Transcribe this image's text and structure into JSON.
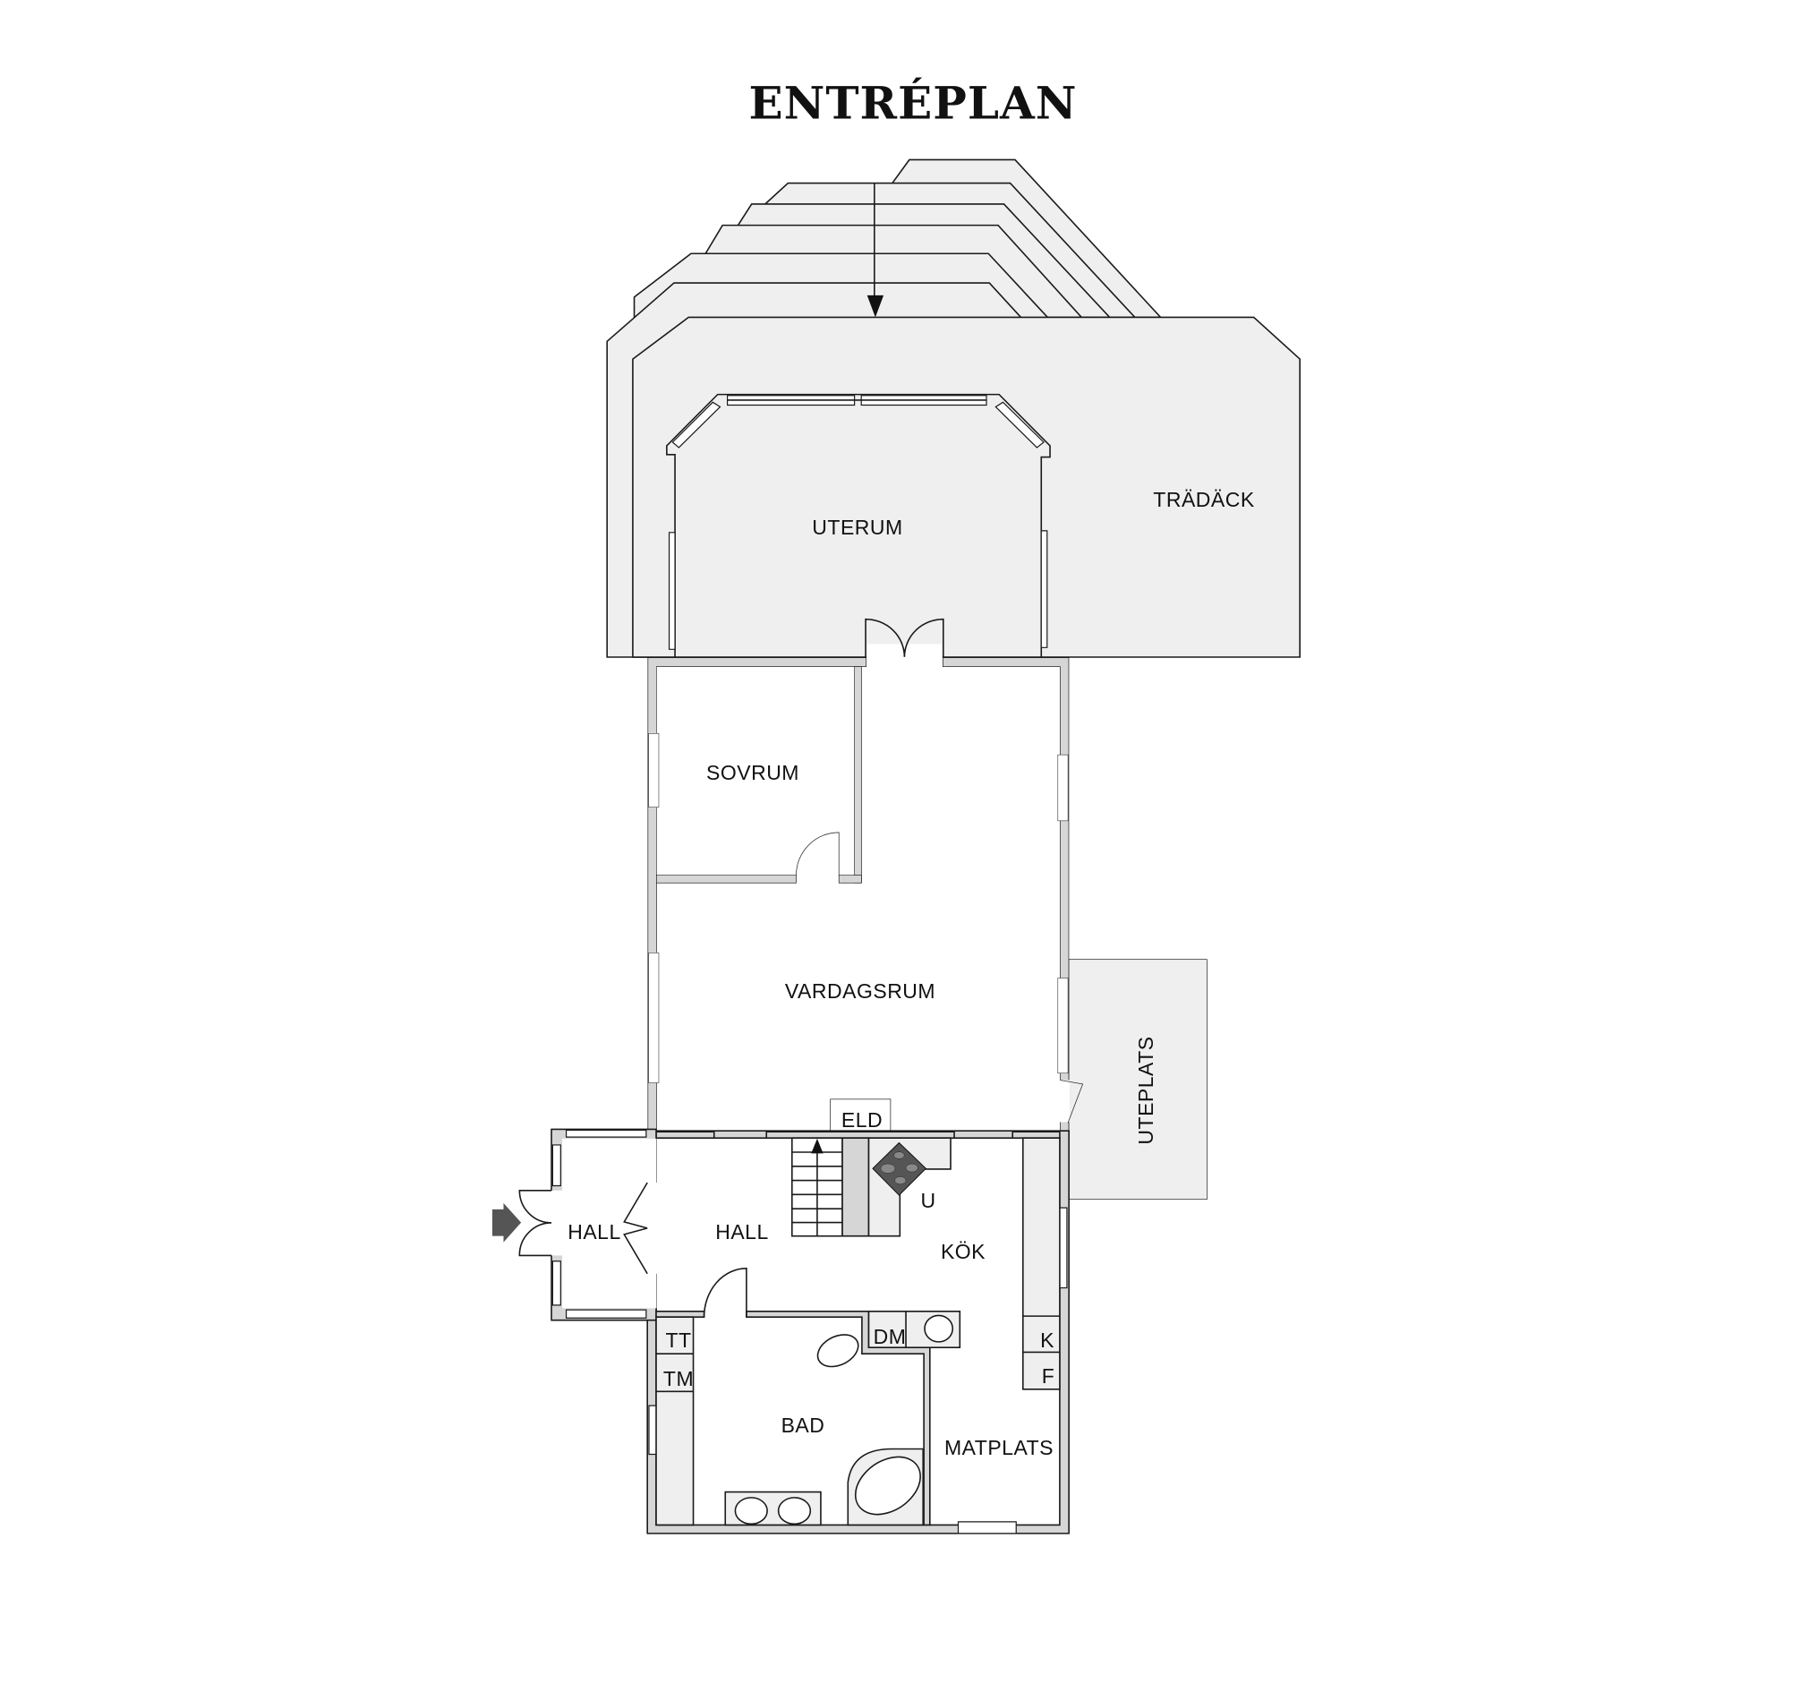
{
  "title": "ENTRÉPLAN",
  "rooms": {
    "uterum": "UTERUM",
    "tradack": "TRÄDÄCK",
    "sovrum": "SOVRUM",
    "vardagsrum": "VARDAGSRUM",
    "uteplats": "UTEPLATS",
    "hall_entry": "HALL",
    "hall": "HALL",
    "kok": "KÖK",
    "bad": "BAD",
    "matplats": "MATPLATS"
  },
  "fixtures": {
    "eld": "ELD",
    "u": "U",
    "tt": "TT",
    "tm": "TM",
    "dm": "DM",
    "k": "K",
    "f": "F"
  }
}
